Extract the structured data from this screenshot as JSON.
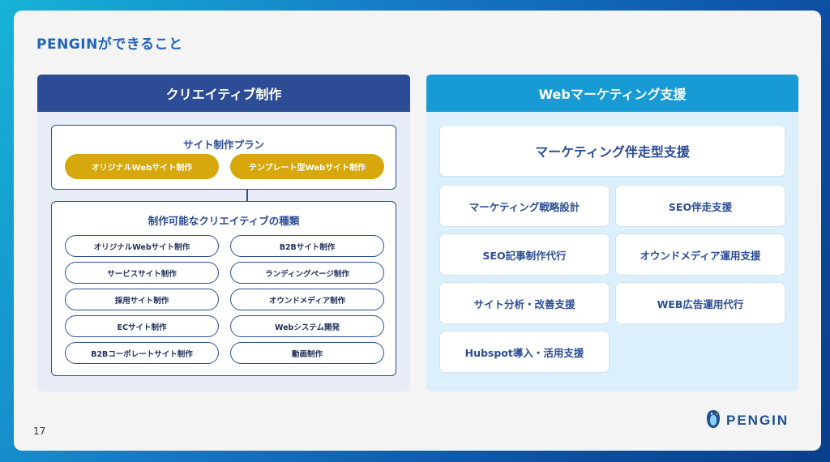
{
  "slide": {
    "title": "PENGINができること",
    "page_number": "17",
    "logo_text": "PENGIN"
  },
  "creative": {
    "header": "クリエイティブ制作",
    "plan": {
      "title": "サイト制作プラン",
      "options": [
        "オリジナルWebサイト制作",
        "テンプレート型Webサイト制作"
      ]
    },
    "types": {
      "title": "制作可能なクリエイティブの種類",
      "left": [
        "オリジナルWebサイト制作",
        "サービスサイト制作",
        "採用サイト制作",
        "ECサイト制作",
        "B2Bコーポレートサイト制作"
      ],
      "right": [
        "B2Bサイト制作",
        "ランディングページ制作",
        "オウンドメディア制作",
        "Webシステム開発",
        "動画制作"
      ]
    }
  },
  "marketing": {
    "header": "Webマーケティング支援",
    "main": "マーケティング伴走型支援",
    "services": [
      "マーケティング戦略設計",
      "SEO伴走支援",
      "SEO記事制作代行",
      "オウンドメディア運用支援",
      "サイト分析・改善支援",
      "WEB広告運用代行",
      "Hubspot導入・活用支援"
    ]
  },
  "colors": {
    "navy": "#2c4d96",
    "sky": "#189ad4",
    "gold": "#d6a80b",
    "title_blue": "#1f64b8"
  },
  "icons": {
    "logo": "penguin-icon"
  }
}
